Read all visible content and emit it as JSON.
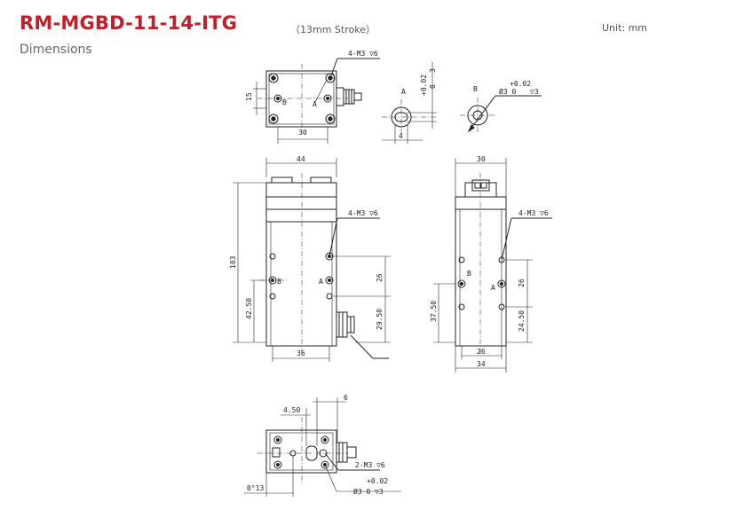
{
  "header": {
    "title": "RM-MGBD-11-14-ITG",
    "subtitle": "Dimensions",
    "stroke_note": "（13mm Stroke）",
    "unit_note": "Unit: mm"
  },
  "drawing": {
    "top_view": {
      "dim_width": "30",
      "dim_height": "15",
      "label_holes": "4-M3 ▽6",
      "label_a": "A",
      "label_b": "B"
    },
    "detail_a": {
      "tol_upper": "+0.02",
      "tol_lower": "0",
      "nominal": "3",
      "dim_width": "4",
      "label": "A"
    },
    "detail_b": {
      "label": "B",
      "tol_upper": "+0.02",
      "nominal": "Ø3  0",
      "depth": "▽3"
    },
    "front_view": {
      "dim_top": "44",
      "dim_height": "103",
      "dim_lower": "42.50",
      "dim_bottom": "36",
      "dim_26": "26",
      "dim_2950": "29.50",
      "label_holes": "4-M3 ▽6",
      "label_a": "A",
      "label_b": "B"
    },
    "side_view": {
      "dim_top": "30",
      "dim_3750": "37.50",
      "dim_26_vert": "26",
      "dim_2450": "24.50",
      "dim_26": "26",
      "dim_34": "34",
      "label_holes": "4-M3 ▽6",
      "label_a": "A",
      "label_b": "B"
    },
    "bottom_view": {
      "dim_450": "4.50",
      "dim_6": "6",
      "dim_13": "0°13",
      "label_holes": "2-M3 ▽6",
      "tol_upper": "+0.02",
      "hole_spec": "Ø3  0  ▽3"
    }
  }
}
